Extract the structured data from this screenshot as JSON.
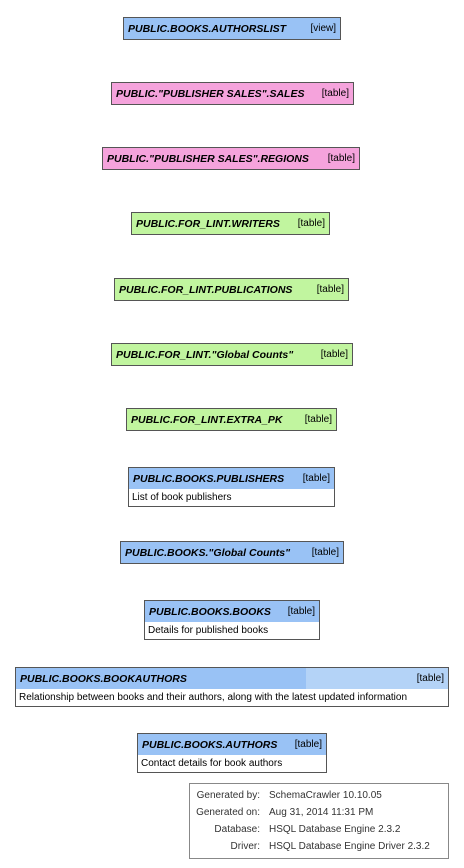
{
  "nodes": [
    {
      "name": "PUBLIC.BOOKS.AUTHORSLIST",
      "kind": "[view]",
      "color": "#99c2f5"
    },
    {
      "name": "PUBLIC.\"PUBLISHER SALES\".SALES",
      "kind": "[table]",
      "color": "#f5a3dc"
    },
    {
      "name": "PUBLIC.\"PUBLISHER SALES\".REGIONS",
      "kind": "[table]",
      "color": "#f5a3dc"
    },
    {
      "name": "PUBLIC.FOR_LINT.WRITERS",
      "kind": "[table]",
      "color": "#c1f59f"
    },
    {
      "name": "PUBLIC.FOR_LINT.PUBLICATIONS",
      "kind": "[table]",
      "color": "#c1f59f"
    },
    {
      "name": "PUBLIC.FOR_LINT.\"Global Counts\"",
      "kind": "[table]",
      "color": "#c1f59f"
    },
    {
      "name": "PUBLIC.FOR_LINT.EXTRA_PK",
      "kind": "[table]",
      "color": "#c1f59f"
    },
    {
      "name": "PUBLIC.BOOKS.PUBLISHERS",
      "kind": "[table]",
      "description": "List of book publishers",
      "color": "#99c2f5"
    },
    {
      "name": "PUBLIC.BOOKS.\"Global Counts\"",
      "kind": "[table]",
      "color": "#99c2f5"
    },
    {
      "name": "PUBLIC.BOOKS.BOOKS",
      "kind": "[table]",
      "description": "Details for published books",
      "color": "#99c2f5"
    },
    {
      "name": "PUBLIC.BOOKS.BOOKAUTHORS",
      "kind": "[table]",
      "description": "Relationship between books and their authors, along with the latest updated information",
      "color": "#99c2f5"
    },
    {
      "name": "PUBLIC.BOOKS.AUTHORS",
      "kind": "[table]",
      "description": "Contact details for book authors",
      "color": "#99c2f5"
    }
  ],
  "legend": {
    "generated_by_label": "Generated by:",
    "generated_by": "SchemaCrawler 10.10.05",
    "generated_on_label": "Generated on:",
    "generated_on": "Aug 31, 2014 11:31 PM",
    "database_label": "Database:",
    "database": "HSQL Database Engine  2.3.2",
    "driver_label": "Driver:",
    "driver": "HSQL Database Engine Driver  2.3.2"
  }
}
